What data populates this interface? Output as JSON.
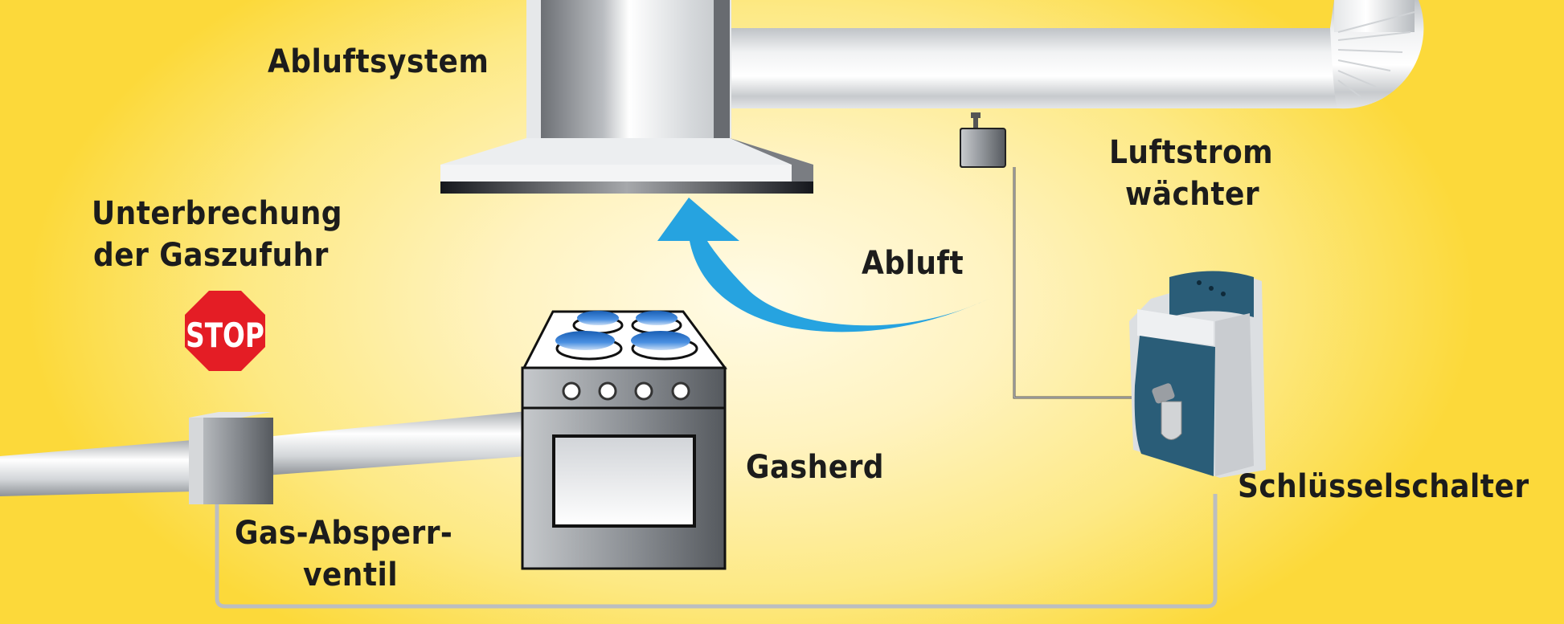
{
  "labels": {
    "exhaust_system": "Abluftsystem",
    "gas_interruption_line1": "Unterbrechung",
    "gas_interruption_line2": "der Gaszufuhr",
    "exhaust_air": "Abluft",
    "airflow_monitor_line1": "Luftstrom",
    "airflow_monitor_line2": "wächter",
    "gas_stove": "Gasherd",
    "shutoff_valve_line1": "Gas-Absperr-",
    "shutoff_valve_line2": "ventil",
    "key_switch": "Schlüsselschalter",
    "stop_sign": "STOP"
  },
  "colors": {
    "arrow": "#26a3e0",
    "stop_red": "#e41d25",
    "switch_teal": "#2a5d78",
    "background_yellow": "#fcd93a"
  }
}
